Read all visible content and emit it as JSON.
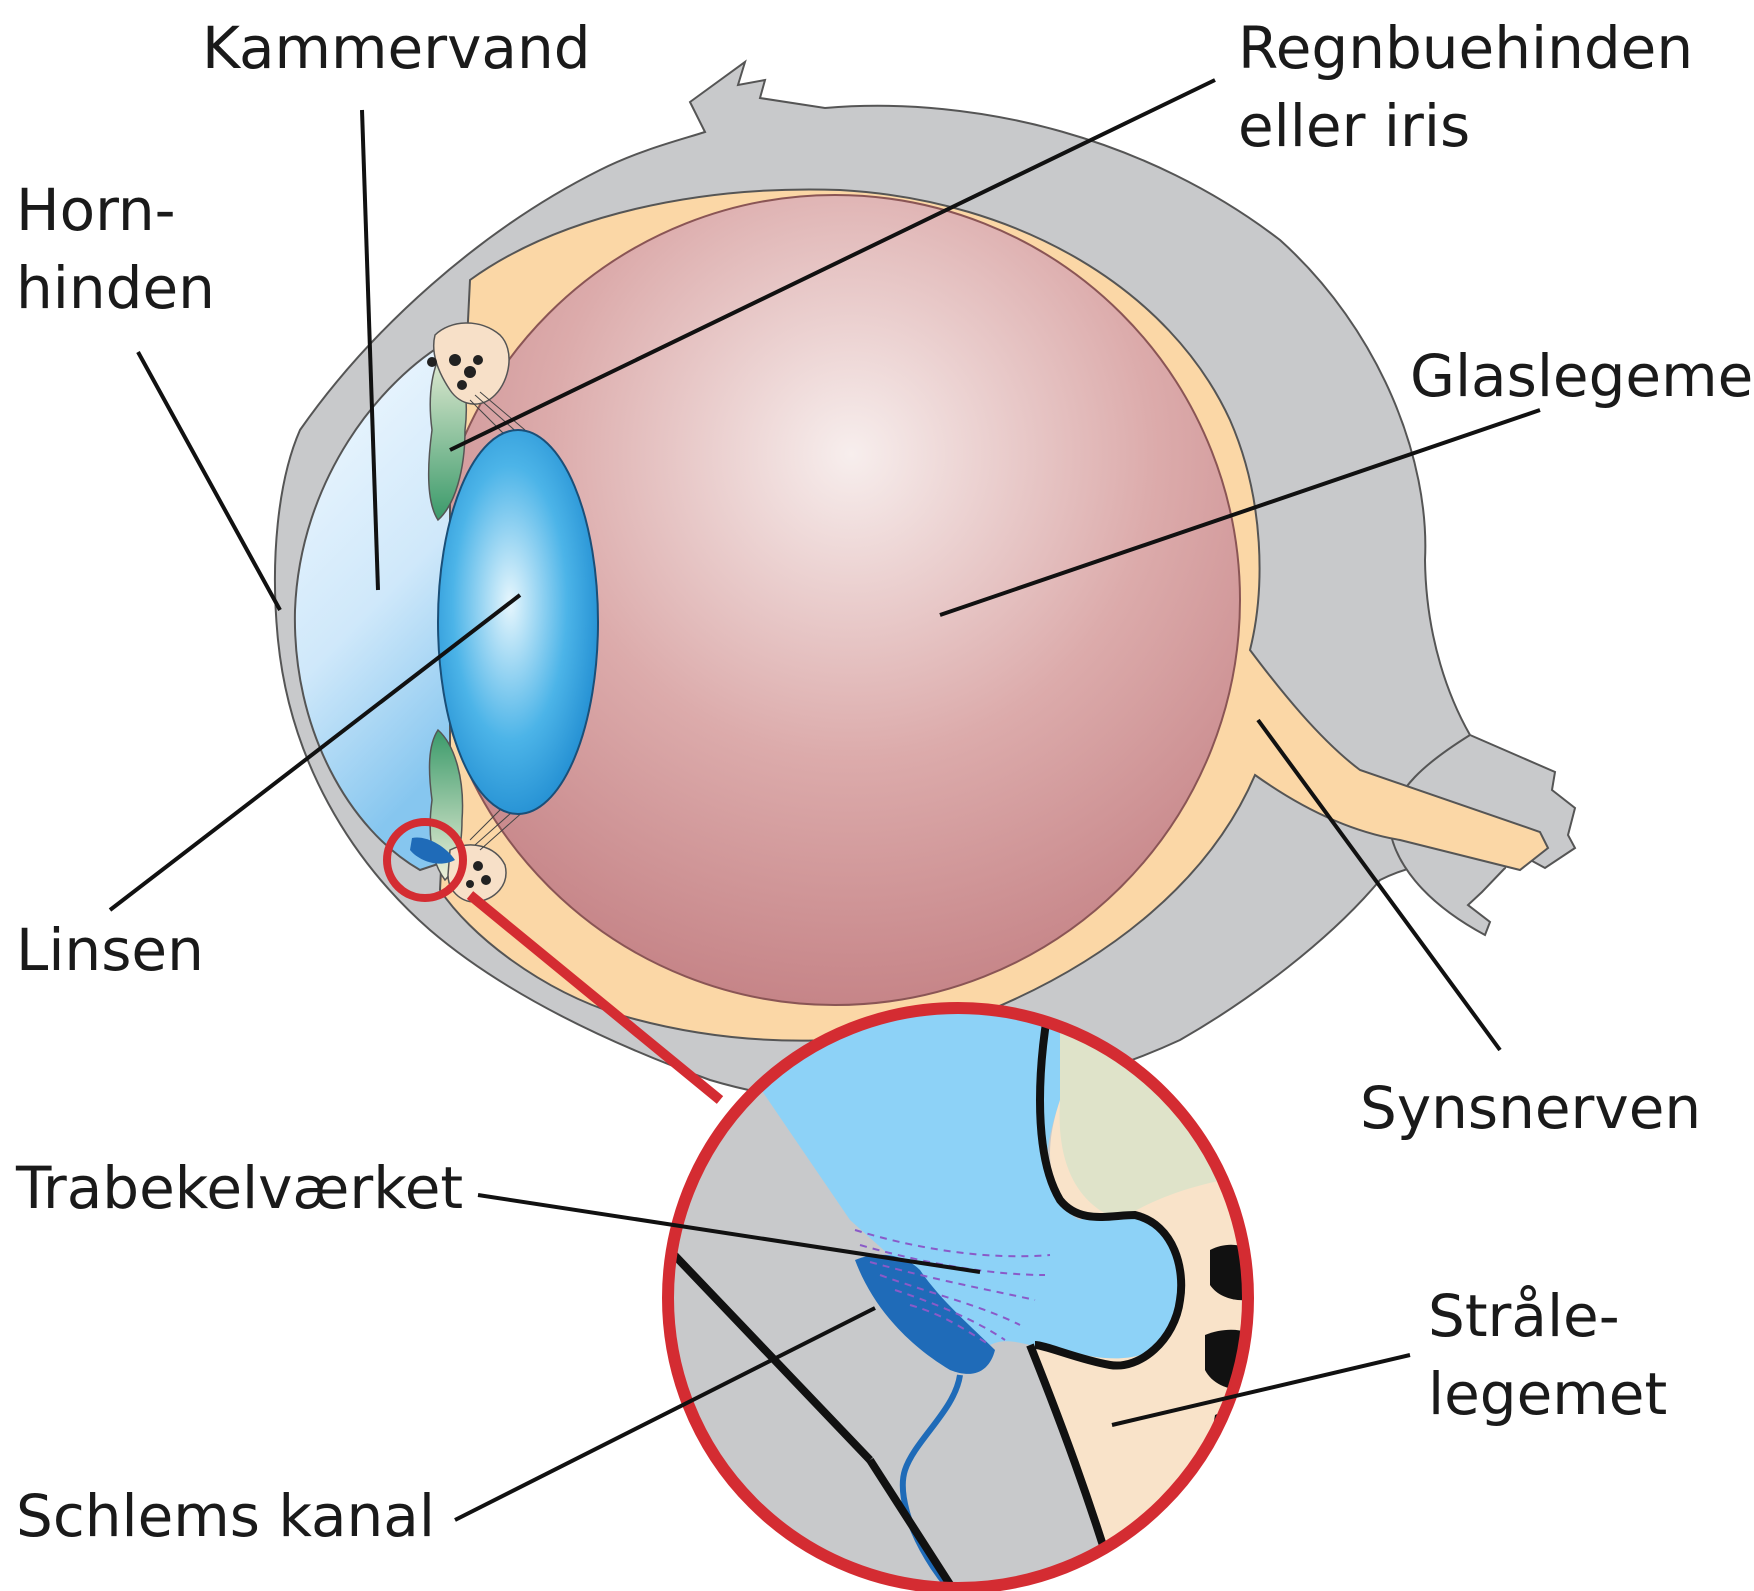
{
  "labels": {
    "kammervand": "Kammervand",
    "regnbuehinden_1": "Regnbuehinden",
    "regnbuehinden_2": "eller iris",
    "hornhinden_1": "Horn-",
    "hornhinden_2": "hinden",
    "glaslegeme": "Glaslegeme",
    "linsen": "Linsen",
    "synsnerven": "Synsnerven",
    "trabekelvaerket": "Trabekelværket",
    "straalelegemet_1": "Stråle-",
    "straalelegemet_2": "legemet",
    "schlems_kanal": "Schlems kanal"
  },
  "colors": {
    "sclera": "#c8c9cb",
    "choroid": "#fbd7a6",
    "vitreous_center": "#f6ebea",
    "vitreous_edge": "#c98a8c",
    "cornea_light": "#f3f9fe",
    "cornea_dark": "#8cc9ef",
    "lens_light": "#e3f5fd",
    "lens_dark": "#1d8fd3",
    "iris_green": "#3d9a6e",
    "ciliary": "#f7e0c8",
    "zoom_ring": "#d42c32",
    "aqueous_zoom": "#8dd2f7",
    "schlemm": "#1f6bb8",
    "trabecular_lines": "#8a5ac8",
    "leader_line": "#111111"
  }
}
